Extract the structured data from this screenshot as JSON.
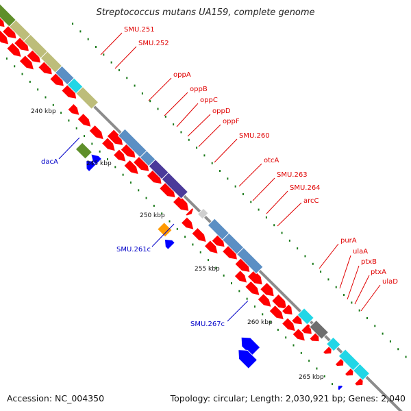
{
  "title": "Streptococcus mutans UA159, complete genome",
  "footer": {
    "accession": "Accession: NC_004350",
    "summary": "Topology: circular; Length: 2,030,921 bp; Genes: 2,040"
  },
  "colors": {
    "forward_cds": "#ff0000",
    "reverse_cds": "#0000ff",
    "backbone": "#8c8c8c",
    "tick": "#1a7a1a",
    "label_forward": "#e00000",
    "label_reverse": "#0000c8",
    "cog_olive": "#bdbd7a",
    "cog_steel": "#5b8fc4",
    "cog_cyan": "#22d6e6",
    "cog_purple": "#4b3a9a",
    "cog_gray": "#6e6e6e",
    "cog_green": "#5f8f2a",
    "cog_orange": "#ff9a00",
    "cog_lightgray": "#cfcfcf"
  },
  "kbp_labels": [
    "240 kbp",
    "245 kbp",
    "250 kbp",
    "255 kbp",
    "260 kbp",
    "265 kbp"
  ],
  "forward_labels": [
    "SMU.251",
    "SMU.252",
    "oppA",
    "oppB",
    "oppC",
    "oppD",
    "oppF",
    "SMU.260",
    "otcA",
    "SMU.263",
    "SMU.264",
    "arcC",
    "purA",
    "ulaA",
    "ptxB",
    "ptxA",
    "ulaD"
  ],
  "reverse_labels": [
    "dacA",
    "SMU.261c",
    "SMU.267c"
  ]
}
